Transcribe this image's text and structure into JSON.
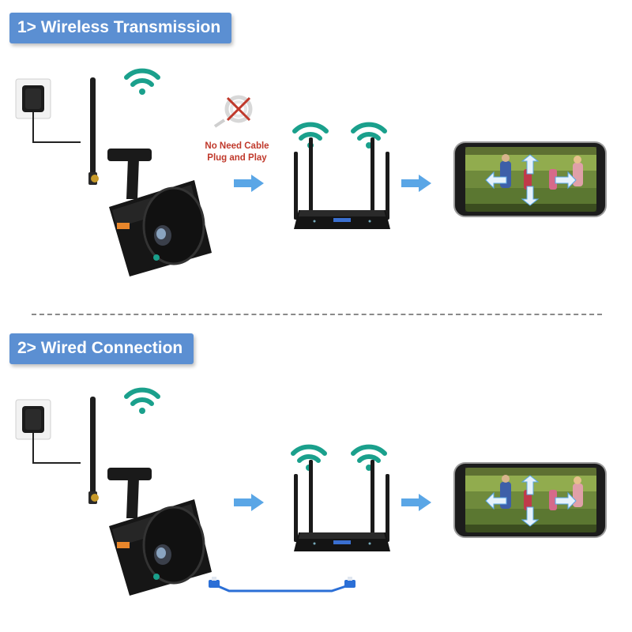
{
  "sections": [
    {
      "title": "1> Wireless Transmission",
      "note": [
        "No Need Cable",
        "Plug and Play"
      ]
    },
    {
      "title": "2> Wired Connection"
    }
  ],
  "colors": {
    "title_bg": "#5b8fd2",
    "wifi": "#1aa08c",
    "arrow": "#5aa6e6",
    "note_text": "#c0392b",
    "cable": "#2b6fd6",
    "camera_body": "#151515"
  },
  "icons": [
    "power-adapter-icon",
    "wifi-icon",
    "camera-icon",
    "router-icon",
    "smartphone-icon",
    "cable-icon",
    "no-cable-icon"
  ]
}
